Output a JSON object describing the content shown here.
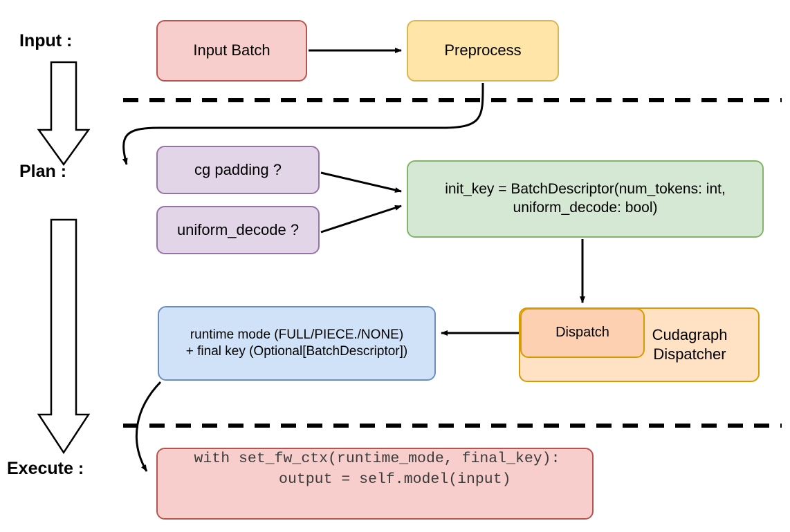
{
  "diagram": {
    "title": "vLLM cudagraph dispatch pipeline",
    "stages": [
      {
        "id": "input",
        "label": "Input :"
      },
      {
        "id": "plan",
        "label": "Plan :"
      },
      {
        "id": "execute",
        "label": "Execute :"
      }
    ],
    "nodes": {
      "input_batch": {
        "label": "Input Batch",
        "color": "#f8cecc",
        "border": "#b85450"
      },
      "preprocess": {
        "label": "Preprocess",
        "color": "#ffe6a8",
        "border": "#d6b656"
      },
      "cg_padding": {
        "label": "cg padding ?",
        "color": "#e1d5e7",
        "border": "#9673a6"
      },
      "uniform_decode": {
        "label": "uniform_decode ?",
        "color": "#e1d5e7",
        "border": "#9673a6"
      },
      "init_key": {
        "line1": "init_key = BatchDescriptor(num_tokens: int,",
        "line2": "uniform_decode: bool)",
        "color": "#d5e8d4",
        "border": "#82b366"
      },
      "dispatcher": {
        "line1": "Cudagraph",
        "line2": "Dispatcher",
        "color": "#ffe1c4",
        "border": "#d79b00"
      },
      "dispatch": {
        "label": "Dispatch",
        "color": "#fcd0b0",
        "border": "#d79b00"
      },
      "runtime_mode": {
        "line1": "runtime mode (FULL/PIECE./NONE)",
        "line2": "+ final key (Optional[BatchDescriptor])",
        "color": "#cfe2f7",
        "border": "#6c8ebf"
      },
      "code_block": {
        "line1": "with set_fw_ctx(runtime_mode, final_key):",
        "line2": "    output = self.model(input)",
        "color": "#f8cecc",
        "border": "#b85450"
      }
    },
    "separators": [
      {
        "id": "input-plan-divider",
        "style": "dashed",
        "color": "#000000"
      },
      {
        "id": "plan-execute-divider",
        "style": "dashed",
        "color": "#000000"
      }
    ],
    "edges": [
      {
        "from": "input_batch",
        "to": "preprocess"
      },
      {
        "from": "preprocess",
        "to": "cg_padding"
      },
      {
        "from": "cg_padding",
        "to": "init_key"
      },
      {
        "from": "uniform_decode",
        "to": "init_key"
      },
      {
        "from": "init_key",
        "to": "dispatch"
      },
      {
        "from": "dispatch",
        "to": "runtime_mode"
      },
      {
        "from": "runtime_mode",
        "to": "code_block"
      }
    ],
    "stage_arrows": [
      {
        "id": "input-to-plan-arrow"
      },
      {
        "id": "plan-to-execute-arrow"
      }
    ]
  }
}
